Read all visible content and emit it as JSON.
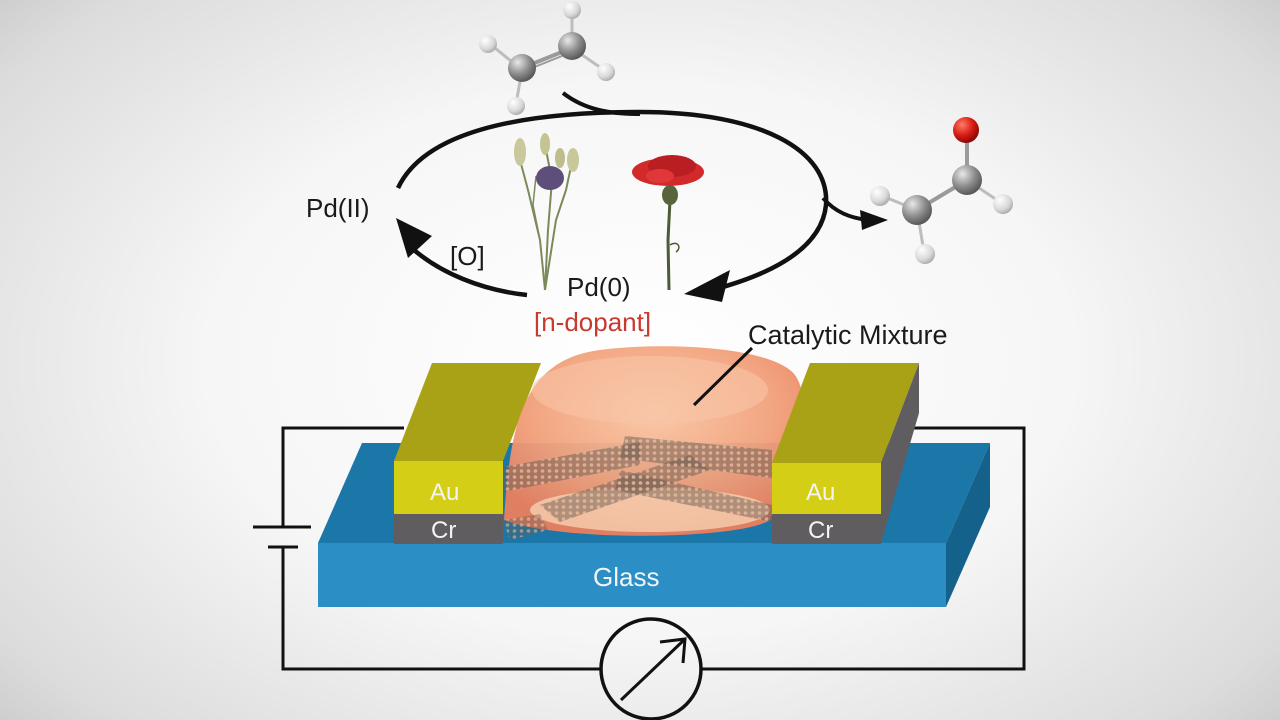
{
  "diagram": {
    "title": "Pd-catalyzed Wacker oxidation sensor with carbon nanotube device",
    "cycle": {
      "oxidized_state": "Pd(II)",
      "reduced_state": "Pd(0)",
      "reduced_state_note": "[n-dopant]",
      "oxidant_label": "[O]",
      "reactant": "ethylene-molecule",
      "product": "acetaldehyde-molecule"
    },
    "device": {
      "callout_label": "Catalytic Mixture",
      "electrode_top_layer": "Au",
      "electrode_bottom_layer": "Cr",
      "substrate_label": "Glass",
      "channel": "carbon-nanotube-network"
    },
    "circuit": {
      "source": "battery-symbol",
      "meter": "meter-symbol"
    },
    "decorations": [
      "flowers-stems",
      "red-carnation"
    ],
    "colors": {
      "gold_top": "#a9a216",
      "gold_front": "#d4cf16",
      "chromium": "#5f5d5f",
      "glass_front": "#2b8fc6",
      "glass_top": "#1a7aaa",
      "droplet": "#f09a72",
      "n_dopant_text": "#c83a2e",
      "oxygen_atom": "#d81a12",
      "carbon_atom": "#8c8c8c"
    }
  }
}
